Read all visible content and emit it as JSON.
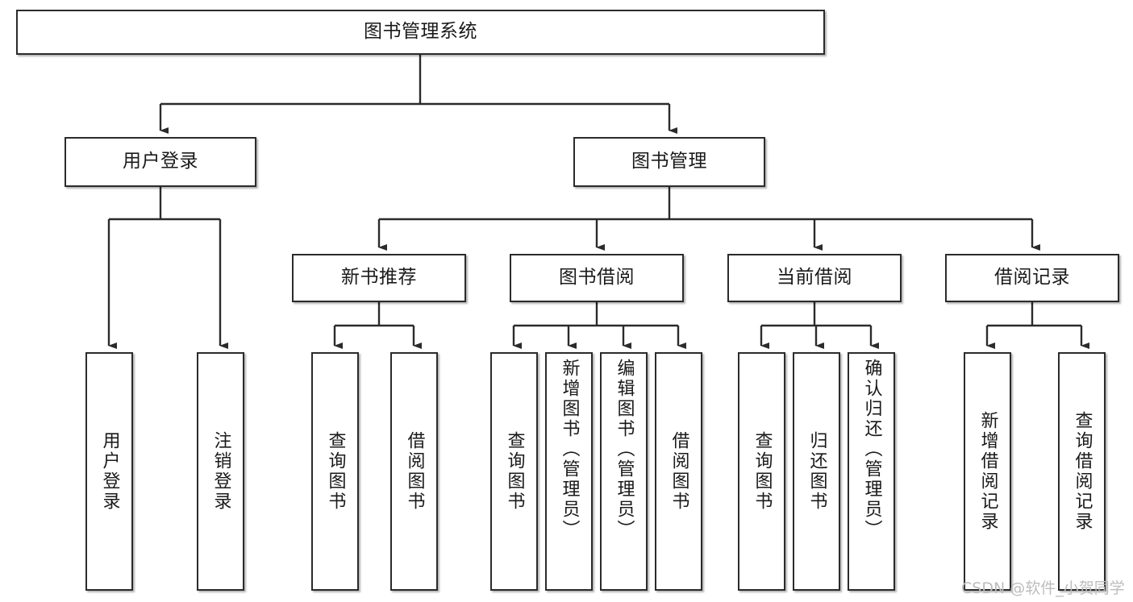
{
  "diagram": {
    "title": "图书管理系统",
    "type": "tree-hierarchy-chart",
    "watermark": "CSDN @软件_小贺同学",
    "colors": {
      "box_border": "#2b2b2b",
      "box_fill": "#ffffff",
      "edge": "#2b2b2b",
      "text": "#1a1a1a",
      "watermark": "#bdbdbd",
      "background": "#ffffff"
    },
    "nodes": {
      "root": {
        "label": "图书管理系统"
      },
      "level1": [
        {
          "id": "user-login",
          "label": "用户登录"
        },
        {
          "id": "book-manage",
          "label": "图书管理"
        }
      ],
      "level2": [
        {
          "id": "new-book-recommend",
          "label": "新书推荐"
        },
        {
          "id": "book-borrow",
          "label": "图书借阅"
        },
        {
          "id": "current-borrow",
          "label": "当前借阅"
        },
        {
          "id": "borrow-record",
          "label": "借阅记录"
        }
      ],
      "leaves": {
        "user-login": [
          {
            "id": "leaf-user-login",
            "label": "用户登录"
          },
          {
            "id": "leaf-logout-login",
            "label": "注销登录"
          }
        ],
        "new-book-recommend": [
          {
            "id": "leaf-query-book-1",
            "label": "查询图书"
          },
          {
            "id": "leaf-borrow-book-1",
            "label": "借阅图书"
          }
        ],
        "book-borrow": [
          {
            "id": "leaf-query-book-2",
            "label": "查询图书"
          },
          {
            "id": "leaf-add-book-admin",
            "label": "新增图书（管理员）"
          },
          {
            "id": "leaf-edit-book-admin",
            "label": "编辑图书（管理员）"
          },
          {
            "id": "leaf-borrow-book-2",
            "label": "借阅图书"
          }
        ],
        "current-borrow": [
          {
            "id": "leaf-query-book-3",
            "label": "查询图书"
          },
          {
            "id": "leaf-return-book",
            "label": "归还图书"
          },
          {
            "id": "leaf-confirm-return-admin",
            "label": "确认归还（管理员）"
          }
        ],
        "borrow-record": [
          {
            "id": "leaf-add-borrow-record",
            "label": "新增借阅记录"
          },
          {
            "id": "leaf-query-borrow-record",
            "label": "查询借阅记录"
          }
        ]
      }
    }
  }
}
